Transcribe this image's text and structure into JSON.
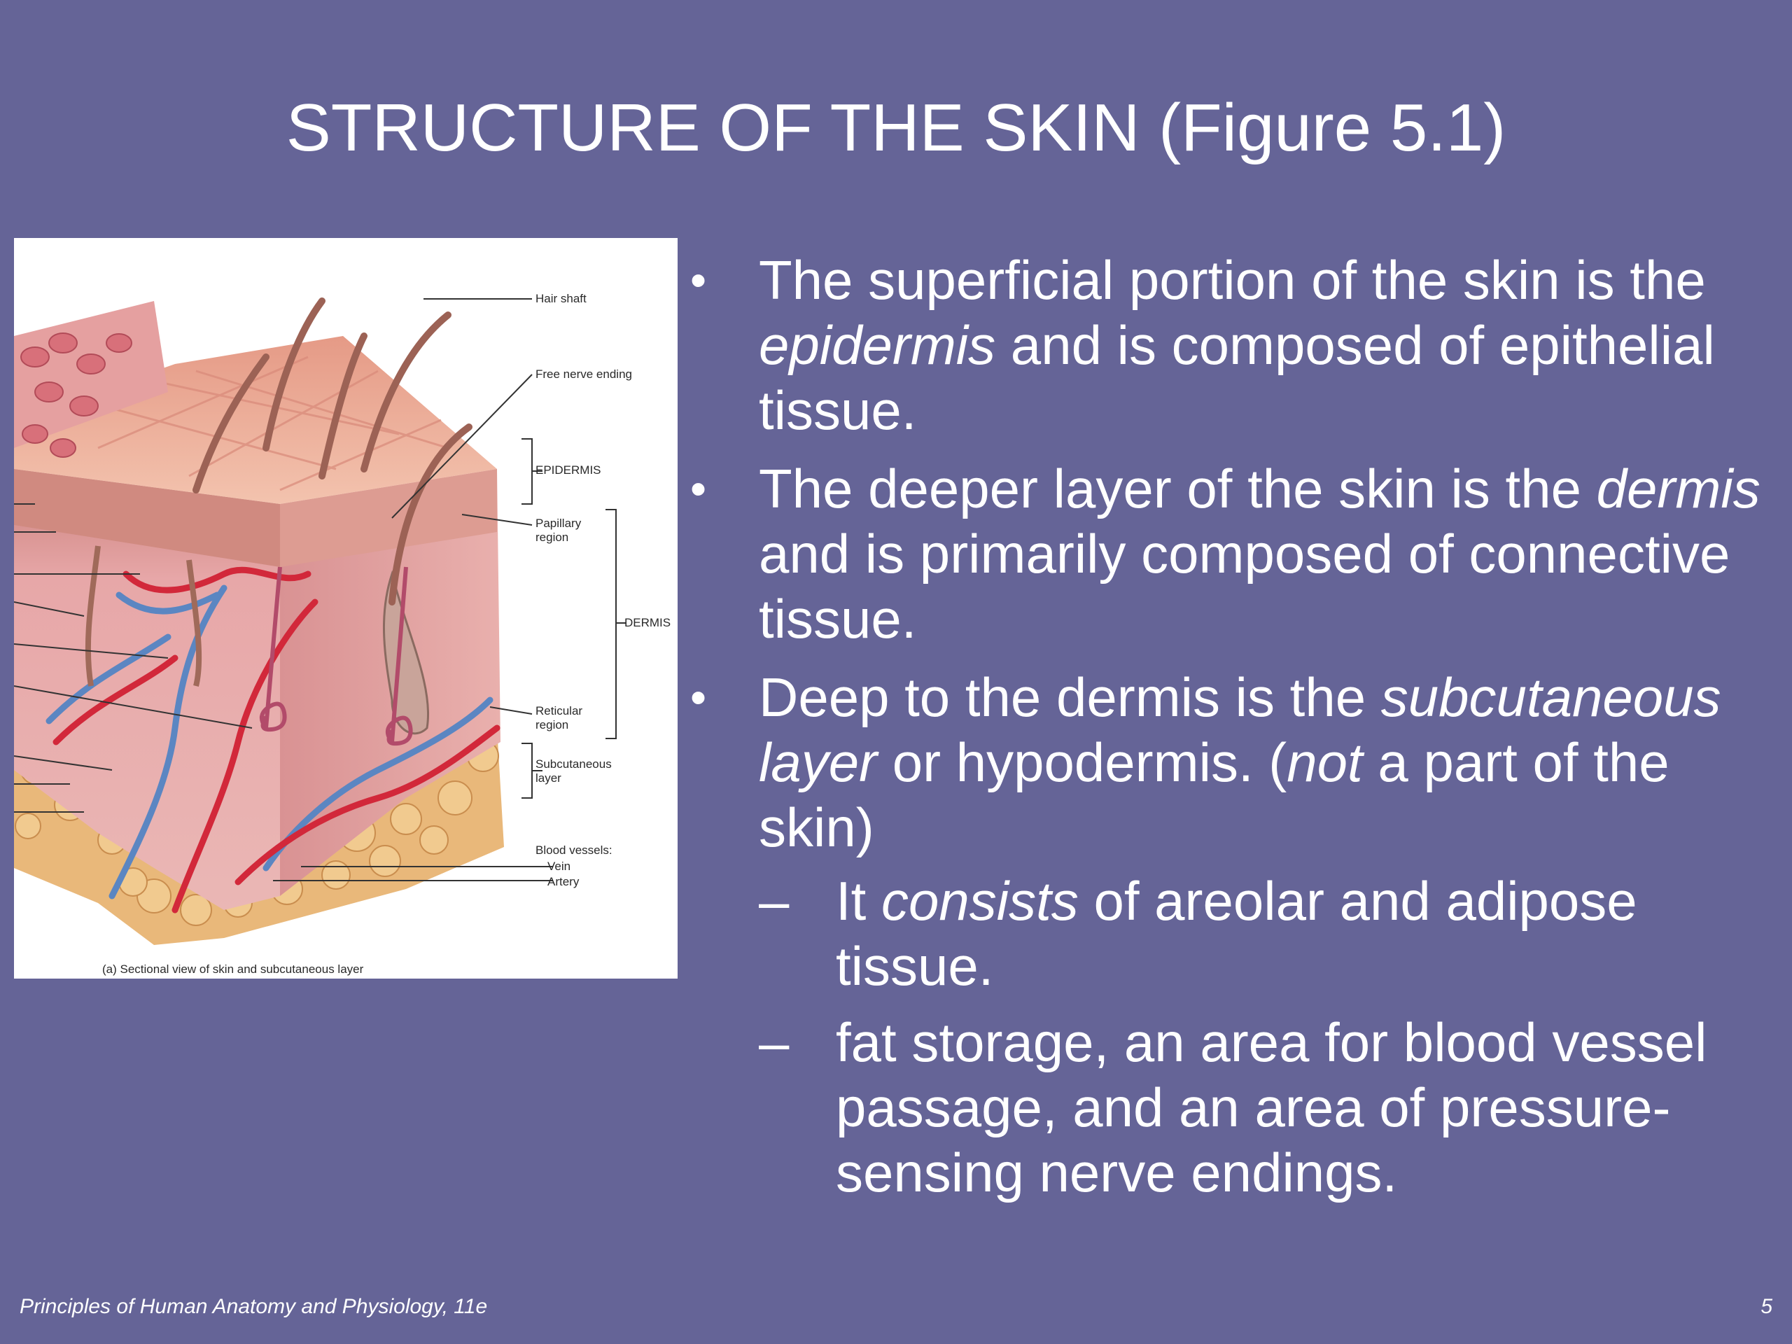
{
  "slide": {
    "title": "STRUCTURE OF THE SKIN (Figure 5.1)",
    "footer_left": "Principles of Human Anatomy and Physiology, 11e",
    "page_number": "5"
  },
  "figure": {
    "labels": {
      "hair_shaft": "Hair shaft",
      "free_nerve_ending": "Free nerve ending",
      "epidermis": "EPIDERMIS",
      "papillary_1": "Papillary",
      "papillary_2": "region",
      "dermis": "DERMIS",
      "reticular_1": "Reticular",
      "reticular_2": "region",
      "subcutaneous_1": "Subcutaneous",
      "subcutaneous_2": "layer",
      "blood_vessels": "Blood vessels:",
      "vein": "Vein",
      "artery": "Artery"
    },
    "caption": "(a) Sectional view of skin and subcutaneous layer"
  },
  "bullets": {
    "b1": {
      "pre": "The superficial portion of the skin is the ",
      "em": "epidermis",
      "post": " and is composed of epithelial tissue."
    },
    "b2": {
      "em": "dermis",
      "pre": "The deeper layer of the skin is the ",
      "post": " and is primarily composed of connective tissue."
    },
    "b3": {
      "pre": "Deep to the dermis is the ",
      "em": "subcutaneous layer",
      "mid": " or hypodermis. (",
      "em2": "not",
      "post": " a part of the skin)"
    },
    "s1": {
      "pre": "It ",
      "em": "consists",
      "post": " of areolar and adipose tissue."
    },
    "s2": {
      "text": "fat storage, an area for blood vessel passage, and an area of pressure-sensing nerve endings."
    }
  },
  "colors": {
    "background": "#656497",
    "text": "#ffffff",
    "skin_surface": "#e8a090",
    "dermis": "#e7a7a8",
    "fat": "#e9b87a",
    "vein": "#5b86c2",
    "artery": "#d2283a"
  }
}
